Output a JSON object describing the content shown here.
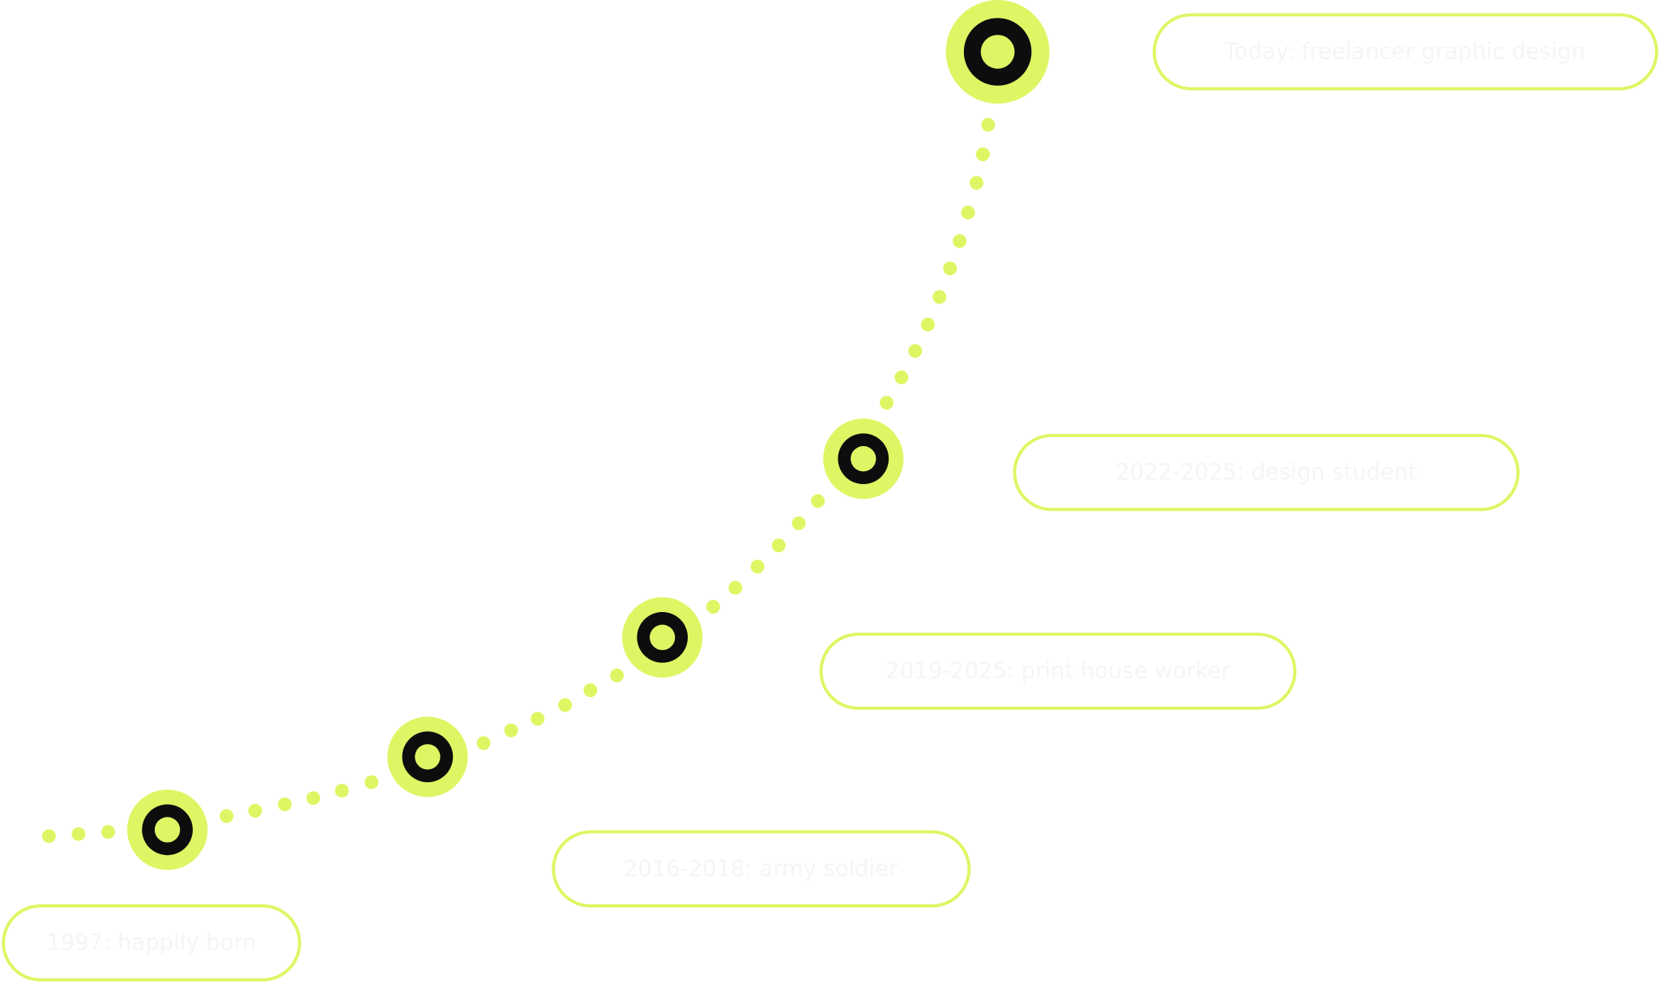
{
  "colors": {
    "accent": "#e0f564",
    "ring": "#0d0d0d",
    "text": "#f4f5f5",
    "background": "#ffffff"
  },
  "timeline": [
    {
      "label": "1997: happily born"
    },
    {
      "label": "2016-2018: army soldier"
    },
    {
      "label": "2019-2025: print house worker"
    },
    {
      "label": "2022-2025: design student"
    },
    {
      "label": "Today: freelancer graphic design"
    }
  ]
}
